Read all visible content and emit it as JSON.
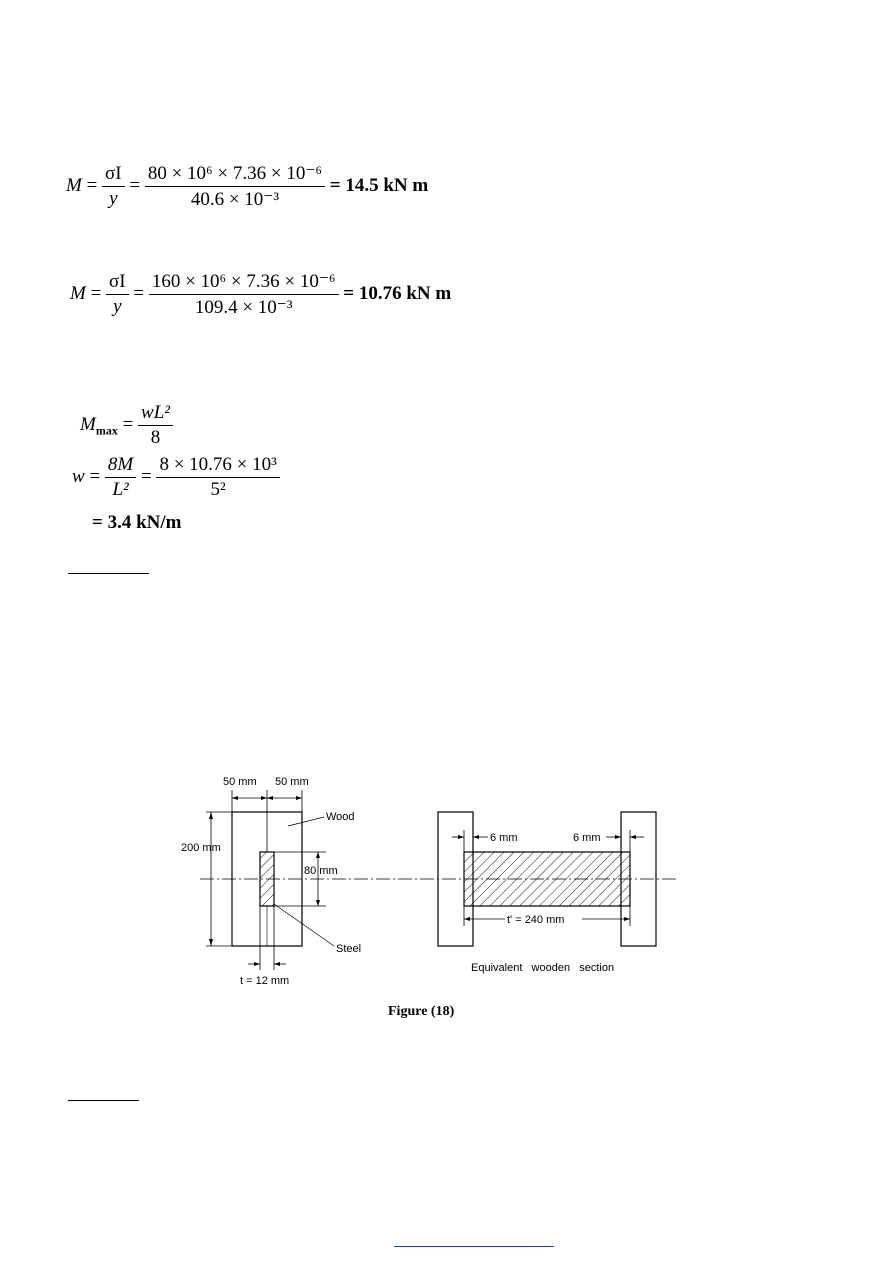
{
  "equations": {
    "eq1": {
      "lhs": "M",
      "frac_num": "σI",
      "frac_den": "y",
      "rhs_num": "80 × 10⁶ × 7.36 × 10⁻⁶",
      "rhs_den": "40.6 × 10⁻³",
      "result": "= 14.5 kN m"
    },
    "eq2": {
      "lhs": "M",
      "frac_num": "σI",
      "frac_den": "y",
      "rhs_num": "160 × 10⁶ × 7.36 × 10⁻⁶",
      "rhs_den": "109.4 × 10⁻³",
      "result": "= 10.76 kN m"
    },
    "eq3": {
      "lhs": "M",
      "lhs_sub": "max",
      "num": "wL²",
      "den": "8"
    },
    "eq4": {
      "lhs": "w",
      "frac_num": "8M",
      "frac_den": "L²",
      "rhs_num": "8 × 10.76 × 10³",
      "rhs_den": "5²"
    },
    "eq5": {
      "result": "= 3.4 kN/m"
    }
  },
  "figure": {
    "left": {
      "dim_50_left": "50 mm",
      "dim_50_right": "50 mm",
      "label_wood": "Wood",
      "dim_200": "200 mm",
      "dim_80": "80 mm",
      "label_steel": "Steel",
      "dim_t": "t = 12 mm"
    },
    "right": {
      "dim_6_left": "6 mm",
      "dim_6_right": "6 mm",
      "dim_t_prime": "t' = 240 mm",
      "label_equivalent": "Equivalent   wooden   section"
    },
    "caption": "Figure (18)"
  },
  "colors": {
    "text": "#000000",
    "link_underline": "#1a3fbf"
  }
}
